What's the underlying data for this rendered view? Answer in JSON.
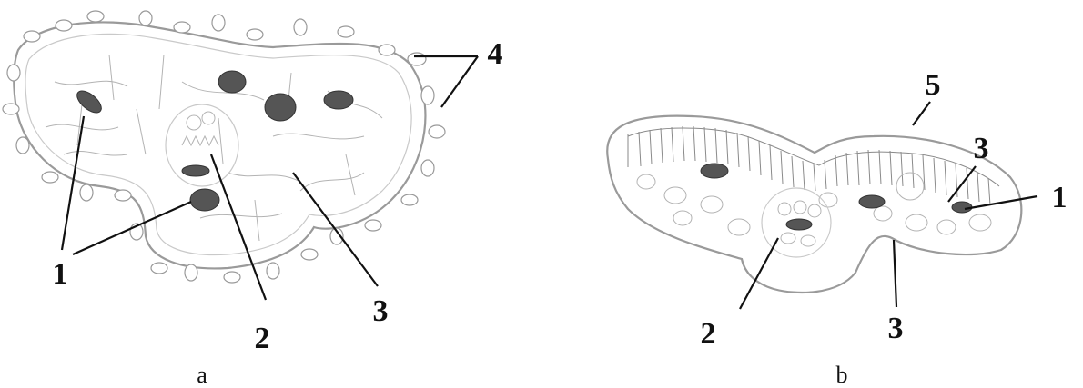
{
  "panels": [
    {
      "caption": "a",
      "labels": {
        "l1": "1",
        "l2": "2",
        "l3": "3",
        "l4": "4"
      }
    },
    {
      "caption": "b",
      "labels": {
        "l1": "1",
        "l2": "2",
        "l3a": "3",
        "l3b": "3",
        "l5": "5"
      }
    }
  ]
}
